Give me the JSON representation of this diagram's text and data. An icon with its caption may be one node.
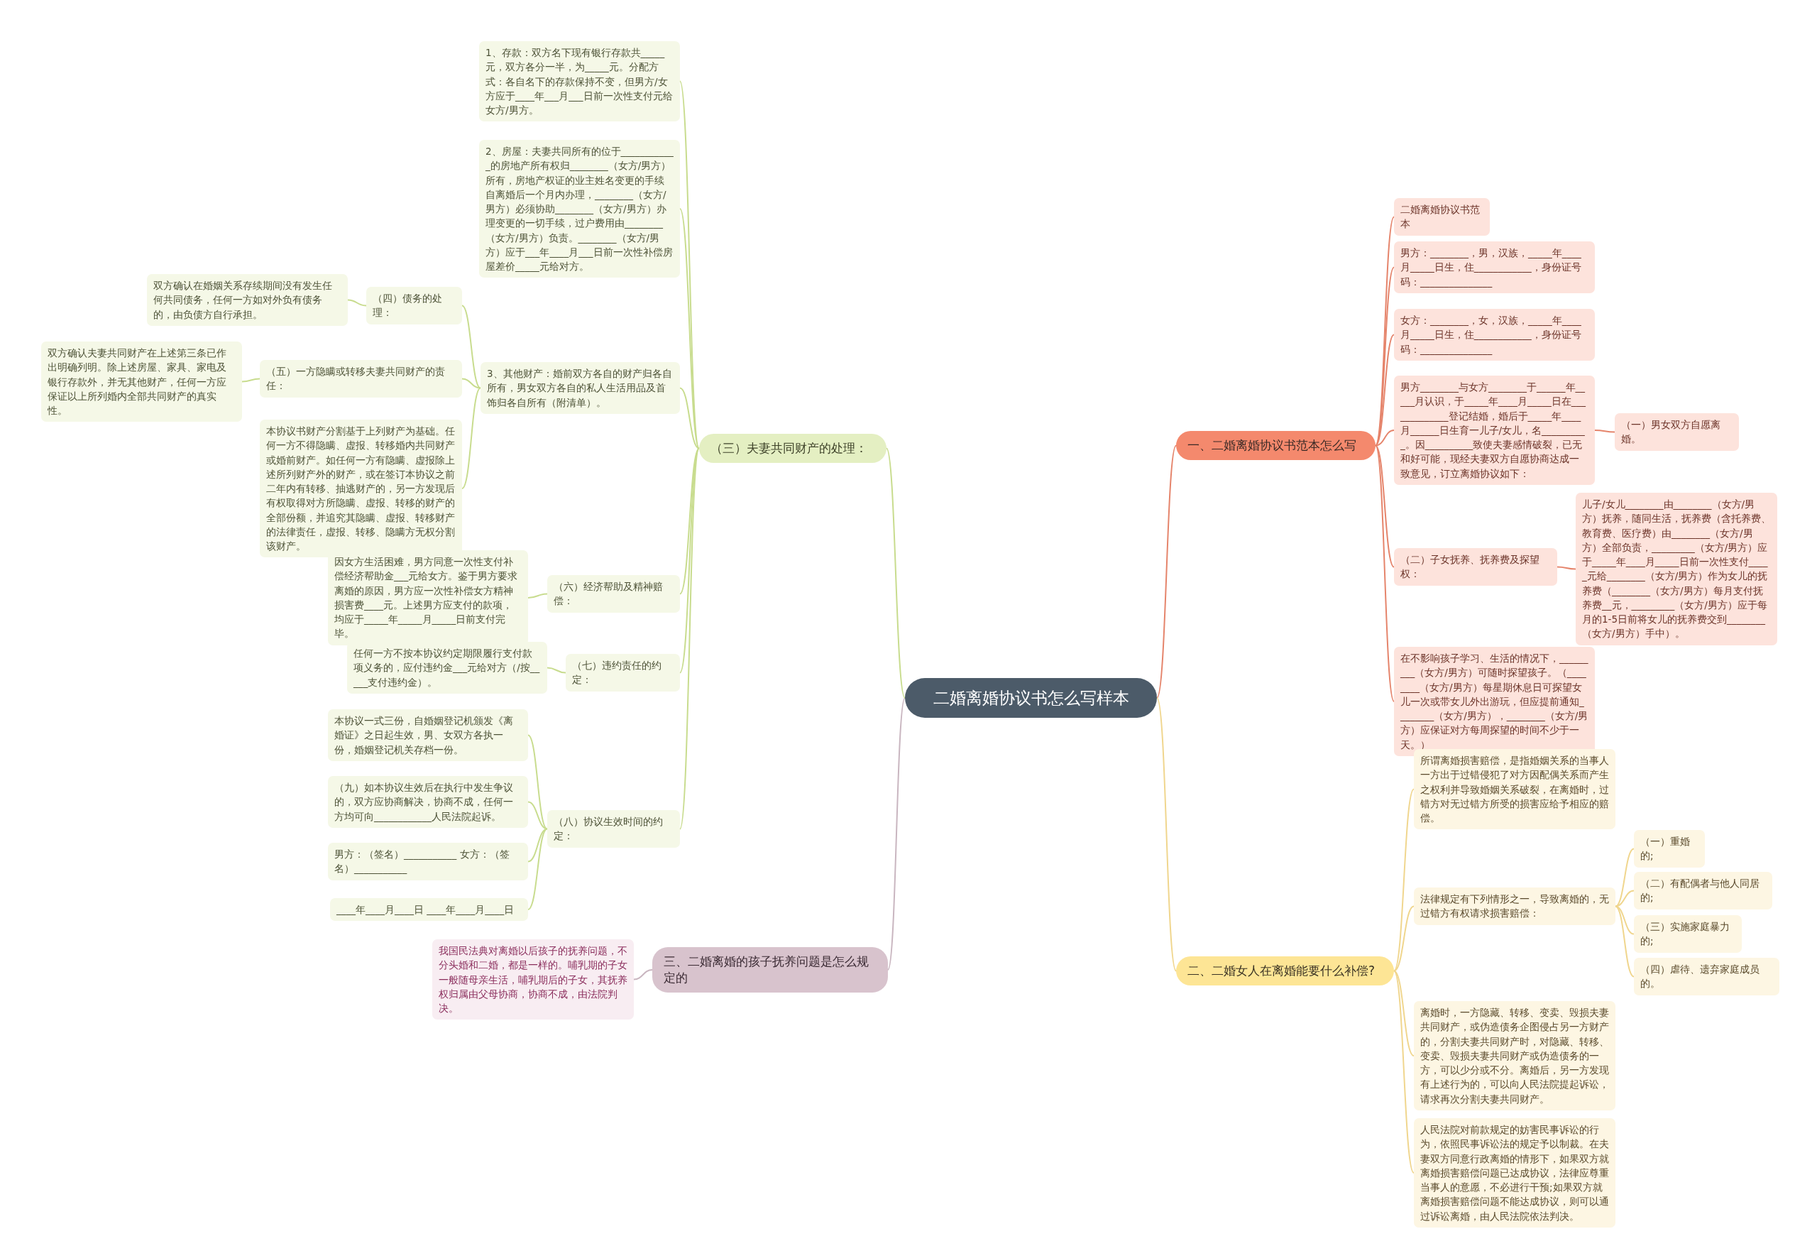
{
  "diagram": {
    "nodes": [
      {
        "text": [
          "二婚离婚协议书怎么写样本"
        ]
      },
      {
        "text": [
          "一、二婚离婚协议书范本怎么写"
        ]
      },
      {
        "text": [
          "二婚离婚协议书范本"
        ]
      },
      {
        "text": [
          "男方：________，男，汉族，_____年____月_____日生，住____________，身份证号码：_______________"
        ]
      },
      {
        "text": [
          "女方：________，女，汉族，_____年____月_____日生，住____________，身份证号码：_______________"
        ]
      },
      {
        "text": [
          "男方________与女方________于______年_____月认识，于_____年____月_____日在_____________登记结婚，婚后于_____年____月______日生育一儿子/女儿，名__________。因__________致使夫妻感情破裂，已无和好可能，现经夫妻双方自愿协商达成一致意见，订立离婚协议如下："
        ]
      },
      {
        "text": [
          "（一）男女双方自愿离婚。"
        ]
      },
      {
        "text": [
          "（二）子女抚养、抚养费及探望权："
        ]
      },
      {
        "text": [
          "儿子/女儿________由________（女方/男方）抚养，随同生活，抚养费（含托养费、教育费、医疗费）由________（女方/男方）全部负责，_________（女方/男方）应于_____年____月_____日前一次性支付_____元给________（女方/男方）作为女儿的抚养费（________（女方/男方）每月支付抚养费__元，_________（女方/男方）应于每月的1-5日前将女儿的抚养费交到________（女方/男方）手中）。"
        ]
      },
      {
        "text": [
          "在不影响孩子学习、生活的情况下，_________（女方/男方）可随时探望孩子。（________（女方/男方）每星期休息日可探望女儿一次或带女儿外出游玩，但应提前通知________（女方/男方），________（女方/男方）应保证对方每周探望的时间不少于一天。）"
        ]
      },
      {
        "text": [
          "二、二婚女人在离婚能要什么补偿?"
        ]
      },
      {
        "text": [
          "所谓离婚损害赔偿，是指婚姻关系的当事人一方出于过错侵犯了对方因配偶关系而产生之权利并导致婚姻关系破裂，在离婚时，过错方对无过错方所受的损害应给予相应的赔偿。"
        ]
      },
      {
        "text": [
          "法律规定有下列情形之一，导致离婚的，无过错方有权请求损害赔偿："
        ]
      },
      {
        "text": [
          "（一）重婚的;"
        ]
      },
      {
        "text": [
          "（二）有配偶者与他人同居的;"
        ]
      },
      {
        "text": [
          "（三）实施家庭暴力的;"
        ]
      },
      {
        "text": [
          "（四）虐待、遗弃家庭成员的。"
        ]
      },
      {
        "text": [
          "离婚时，一方隐藏、转移、变卖、毁损夫妻共同财产，或伪造债务企图侵占另一方财产的，分割夫妻共同财产时，对隐藏、转移、变卖、毁损夫妻共同财产或伪造债务的一方，可以少分或不分。离婚后，另一方发现有上述行为的，可以向人民法院提起诉讼，请求再次分割夫妻共同财产。"
        ]
      },
      {
        "text": [
          "人民法院对前款规定的妨害民事诉讼的行为，依照民事诉讼法的规定予以制裁。在夫妻双方同意行政离婚的情形下，如果双方就离婚损害赔偿问题已达成协议，法律应尊重当事人的意愿，不必进行干预;如果双方就离婚损害赔偿问题不能达成协议，则可以通过诉讼离婚，由人民法院依法判决。"
        ]
      },
      {
        "text": [
          "三、二婚离婚的孩子抚养问题是怎么规定的"
        ]
      },
      {
        "text": [
          "我国民法典对离婚以后孩子的抚养问题，不分头婚和二婚，都是一样的。哺乳期的子女一般随母亲生活，哺乳期后的子女，其抚养权归属由父母协商，协商不成，由法院判决。"
        ]
      },
      {
        "text": [
          "（三）夫妻共同财产的处理："
        ]
      },
      {
        "text": [
          "1、存款：双方名下现有银行存款共_____元，双方各分一半，为_____元。分配方式：各自名下的存款保持不变，但男方/女方应于____年___月___日前一次性支付元给女方/男方。"
        ]
      },
      {
        "text": [
          "2、房屋：夫妻共同所有的位于____________的房地产所有权归________（女方/男方）所有，房地产权证的业主姓名变更的手续自离婚后一个月内办理，________（女方/男方）必须协助________（女方/男方）办理变更的一切手续，过户费用由________（女方/男方）负责。________（女方/男方）应于___年____月___日前一次性补偿房屋差价_____元给对方。"
        ]
      },
      {
        "text": [
          "3、其他财产：婚前双方各自的财产归各自所有，男女双方各自的私人生活用品及首饰归各自所有（附清单）。"
        ]
      },
      {
        "text": [
          "（四）债务的处理："
        ]
      },
      {
        "text": [
          "双方确认在婚姻关系存续期间没有发生任何共同债务，任何一方如对外负有债务的，由负债方自行承担。"
        ]
      },
      {
        "text": [
          "（五）一方隐瞒或转移夫妻共同财产的责任："
        ]
      },
      {
        "text": [
          "双方确认夫妻共同财产在上述第三条已作出明确列明。除上述房屋、家具、家电及银行存款外，并无其他财产，任何一方应保证以上所列婚内全部共同财产的真实性。"
        ]
      },
      {
        "text": [
          "本协议书财产分割基于上列财产为基础。任何一方不得隐瞒、虚报、转移婚内共同财产或婚前财产。如任何一方有隐瞒、虚报除上述所列财产外的财产，或在签订本协议之前二年内有转移、抽逃财产的，另一方发现后有权取得对方所隐瞒、虚报、转移的财产的全部份额，并追究其隐瞒、虚报、转移财产的法律责任，虚报、转移、隐瞒方无权分割该财产。"
        ]
      },
      {
        "text": [
          "（六）经济帮助及精神赔偿："
        ]
      },
      {
        "text": [
          "因女方生活困难，男方同意一次性支付补偿经济帮助金___元给女方。鉴于男方要求离婚的原因，男方应一次性补偿女方精神损害费____元。上述男方应支付的款项，均应于_____年_____月_____日前支付完毕。"
        ]
      },
      {
        "text": [
          "（七）违约责任的约定："
        ]
      },
      {
        "text": [
          "任何一方不按本协议约定期限履行支付款项义务的，应付违约金___元给对方（/按_____支付违约金）。"
        ]
      },
      {
        "text": [
          "（八）协议生效时间的约定："
        ]
      },
      {
        "text": [
          "本协议一式三份，自婚姻登记机颁发《离婚证》之日起生效，男、女双方各执一份，婚姻登记机关存档一份。"
        ]
      },
      {
        "text": [
          "（九）如本协议生效后在执行中发生争议的，双方应协商解决，协商不成，任何一方均可向____________人民法院起诉。"
        ]
      },
      {
        "text": [
          "男方：（签名）___________ 女方：（签名）___________"
        ]
      },
      {
        "text": [
          "____年____月____日 ____年____月____日"
        ]
      }
    ],
    "edges": [
      {
        "from": 0,
        "to": 1,
        "arrow": "none",
        "color": "#e5846b"
      },
      {
        "from": 0,
        "to": 10,
        "arrow": "none",
        "color": "#f0d68e"
      },
      {
        "from": 0,
        "to": 19,
        "arrow": "none",
        "color": "#c9b6c0"
      },
      {
        "from": 0,
        "to": 21,
        "arrow": "none"
      },
      {
        "from": 1,
        "to": 2,
        "arrow": "none",
        "color": "#e5846b"
      },
      {
        "from": 1,
        "to": 3,
        "arrow": "none",
        "color": "#e5846b"
      },
      {
        "from": 1,
        "to": 4,
        "arrow": "none",
        "color": "#e5846b"
      },
      {
        "from": 1,
        "to": 5,
        "arrow": "none",
        "color": "#e5846b"
      },
      {
        "from": 1,
        "to": 7,
        "arrow": "none",
        "color": "#e5846b"
      },
      {
        "from": 1,
        "to": 9,
        "arrow": "none",
        "color": "#e5846b"
      },
      {
        "from": 5,
        "to": 6,
        "arrow": "none",
        "color": "#e5846b"
      },
      {
        "from": 7,
        "to": 8,
        "arrow": "none",
        "color": "#e5846b"
      },
      {
        "from": 10,
        "to": 11,
        "arrow": "none",
        "color": "#f0d68e"
      },
      {
        "from": 10,
        "to": 12,
        "arrow": "none",
        "color": "#f0d68e"
      },
      {
        "from": 10,
        "to": 17,
        "arrow": "none",
        "color": "#f0d68e"
      },
      {
        "from": 10,
        "to": 18,
        "arrow": "none",
        "color": "#f0d68e"
      },
      {
        "from": 12,
        "to": 13,
        "arrow": "none",
        "color": "#f0d68e"
      },
      {
        "from": 12,
        "to": 14,
        "arrow": "none",
        "color": "#f0d68e"
      },
      {
        "from": 12,
        "to": 15,
        "arrow": "none",
        "color": "#f0d68e"
      },
      {
        "from": 12,
        "to": 16,
        "arrow": "none",
        "color": "#f0d68e"
      },
      {
        "from": 19,
        "to": 20,
        "arrow": "none",
        "color": "#c9b6c0"
      },
      {
        "from": 21,
        "to": 22,
        "arrow": "none"
      },
      {
        "from": 21,
        "to": 23,
        "arrow": "none"
      },
      {
        "from": 21,
        "to": 24,
        "arrow": "none"
      },
      {
        "from": 21,
        "to": 30,
        "arrow": "none"
      },
      {
        "from": 21,
        "to": 32,
        "arrow": "none"
      },
      {
        "from": 21,
        "to": 34,
        "arrow": "none"
      },
      {
        "from": 24,
        "to": 25,
        "arrow": "none"
      },
      {
        "from": 24,
        "to": 27,
        "arrow": "none"
      },
      {
        "from": 24,
        "to": 29,
        "arrow": "none"
      },
      {
        "from": 25,
        "to": 26,
        "arrow": "none"
      },
      {
        "from": 27,
        "to": 28,
        "arrow": "none"
      },
      {
        "from": 30,
        "to": 31,
        "arrow": "none"
      },
      {
        "from": 32,
        "to": 33,
        "arrow": "none"
      },
      {
        "from": 34,
        "to": 35,
        "arrow": "none"
      },
      {
        "from": 34,
        "to": 36,
        "arrow": "none"
      },
      {
        "from": 34,
        "to": 37,
        "arrow": "none"
      },
      {
        "from": 34,
        "to": 38,
        "arrow": "none"
      }
    ]
  }
}
